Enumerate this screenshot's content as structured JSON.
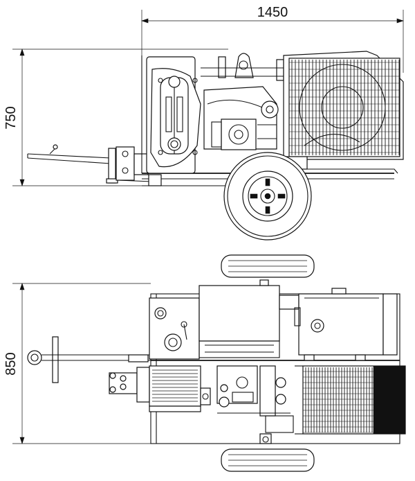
{
  "dimensions": {
    "width_label": "1450",
    "height_side_label": "750",
    "height_top_label": "850"
  },
  "views": {
    "side": "side-elevation-view",
    "top": "plan-view"
  },
  "colors": {
    "line": "#111111",
    "background": "#ffffff"
  }
}
